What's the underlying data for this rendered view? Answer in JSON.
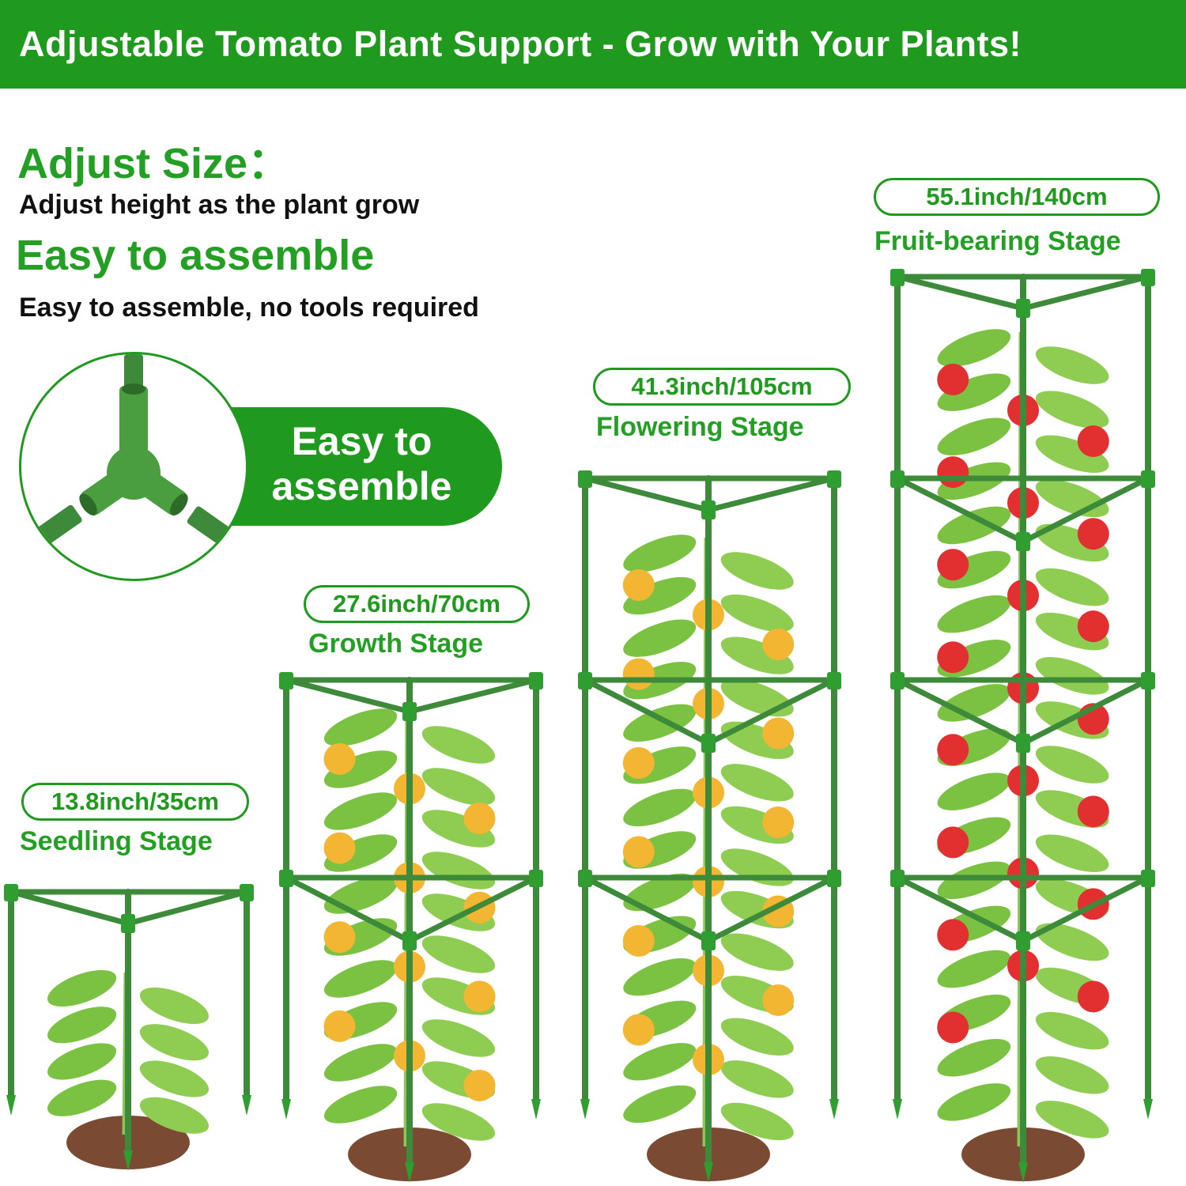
{
  "banner": {
    "title": "Adjustable Tomato Plant Support - Grow with Your Plants!"
  },
  "features": {
    "adjust": {
      "heading": "Adjust Size：",
      "text": "Adjust height as the plant grow"
    },
    "assemble": {
      "heading": "Easy to assemble",
      "text": "Easy to assemble, no tools required"
    }
  },
  "connector_callout": {
    "label": "Easy to assemble"
  },
  "stages": [
    {
      "measure": "13.8inch/35cm",
      "name": "Seedling Stage"
    },
    {
      "measure": "27.6inch/70cm",
      "name": "Growth Stage"
    },
    {
      "measure": "41.3inch/105cm",
      "name": "Flowering Stage"
    },
    {
      "measure": "55.1inch/140cm",
      "name": "Fruit-bearing Stage"
    }
  ],
  "colors": {
    "brand_green": "#1f9a1f",
    "stake_green": "#3d8a3a",
    "leaf_green": "#7cc242",
    "soil_brown": "#7a4a32",
    "fruit_yellow": "#f2b632",
    "fruit_red": "#e23030"
  }
}
